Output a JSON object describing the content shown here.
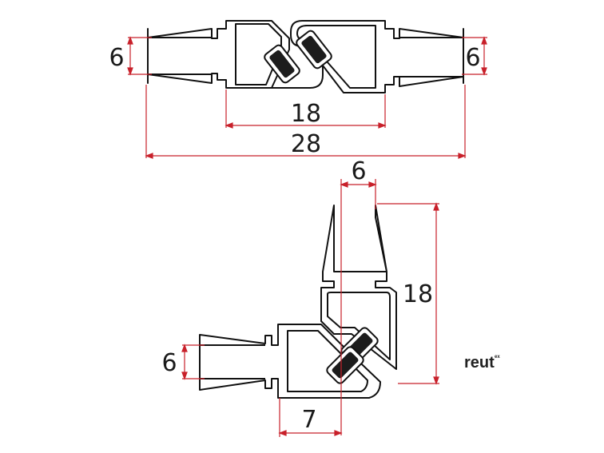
{
  "colors": {
    "profile_stroke": "#111111",
    "profile_fill": "#ffffff",
    "dimension_line": "#c8202a",
    "magnet_dark": "#1c1c1c",
    "magnet_inner": "#3a3a3a",
    "text": "#1a1a1a"
  },
  "top_view": {
    "left_height_label": "6",
    "right_height_label": "6",
    "inner_width_label": "18",
    "total_width_label": "28"
  },
  "bottom_view": {
    "top_width_label": "6",
    "vertical_length_label": "18",
    "left_height_label": "6",
    "bottom_width_label": "7"
  },
  "logo": {
    "text": "reut",
    "superscript": "ex"
  }
}
